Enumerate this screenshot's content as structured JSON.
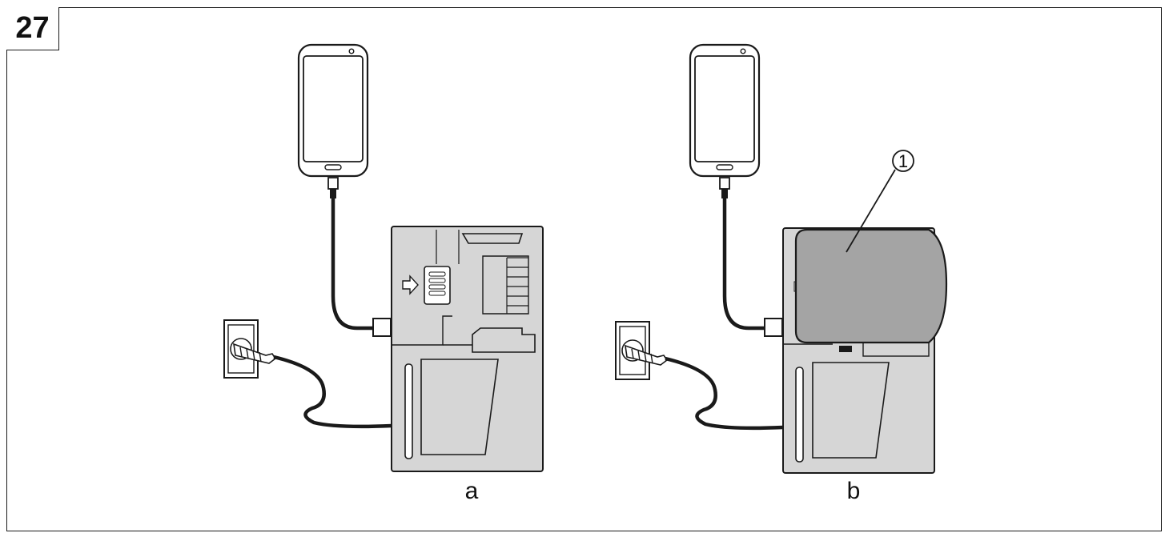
{
  "figure": {
    "number": "27"
  },
  "panels": [
    {
      "label": "a"
    },
    {
      "label": "b",
      "callout": "1"
    }
  ],
  "colors": {
    "charger_fill": "#d6d6d6",
    "battery_fill": "#a4a4a4",
    "stroke": "#1a1a1a"
  }
}
